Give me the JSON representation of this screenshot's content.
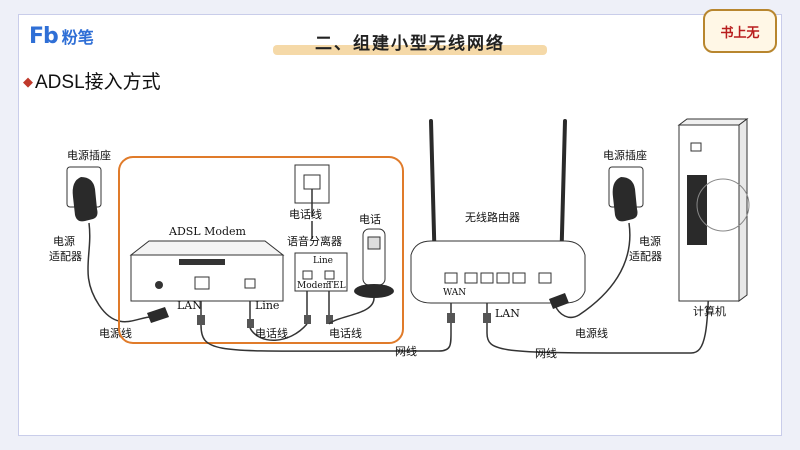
{
  "header": {
    "logo_mark": "Fb",
    "logo_text": "粉笔",
    "title": "二、组建小型无线网络",
    "stamp": "书上无"
  },
  "section": {
    "bullet": "◆",
    "heading": "ADSL接入方式"
  },
  "diagram": {
    "labels": {
      "outlet_left": "电源插座",
      "adapter_left": "电源\n适配器",
      "power_cord_left": "电源线",
      "modem": "ADSL Modem",
      "modem_lan": "LAN",
      "modem_line": "Line",
      "phone_line_top": "电话线",
      "splitter": "语音分离器",
      "splitter_port_line": "Line",
      "splitter_port_modem": "Modem",
      "splitter_port_tel": "TEL",
      "phone": "电话",
      "phone_line_a": "电话线",
      "phone_line_b": "电话线",
      "router": "无线路由器",
      "router_lan": "LAN",
      "router_wan": "WAN",
      "net_cable_a": "网线",
      "net_cable_b": "网线",
      "outlet_right": "电源插座",
      "adapter_right": "电源\n适配器",
      "power_cord_right": "电源线",
      "computer": "计算机"
    },
    "colors": {
      "modem_group_border": "#e07b2a",
      "line": "#333333"
    }
  }
}
